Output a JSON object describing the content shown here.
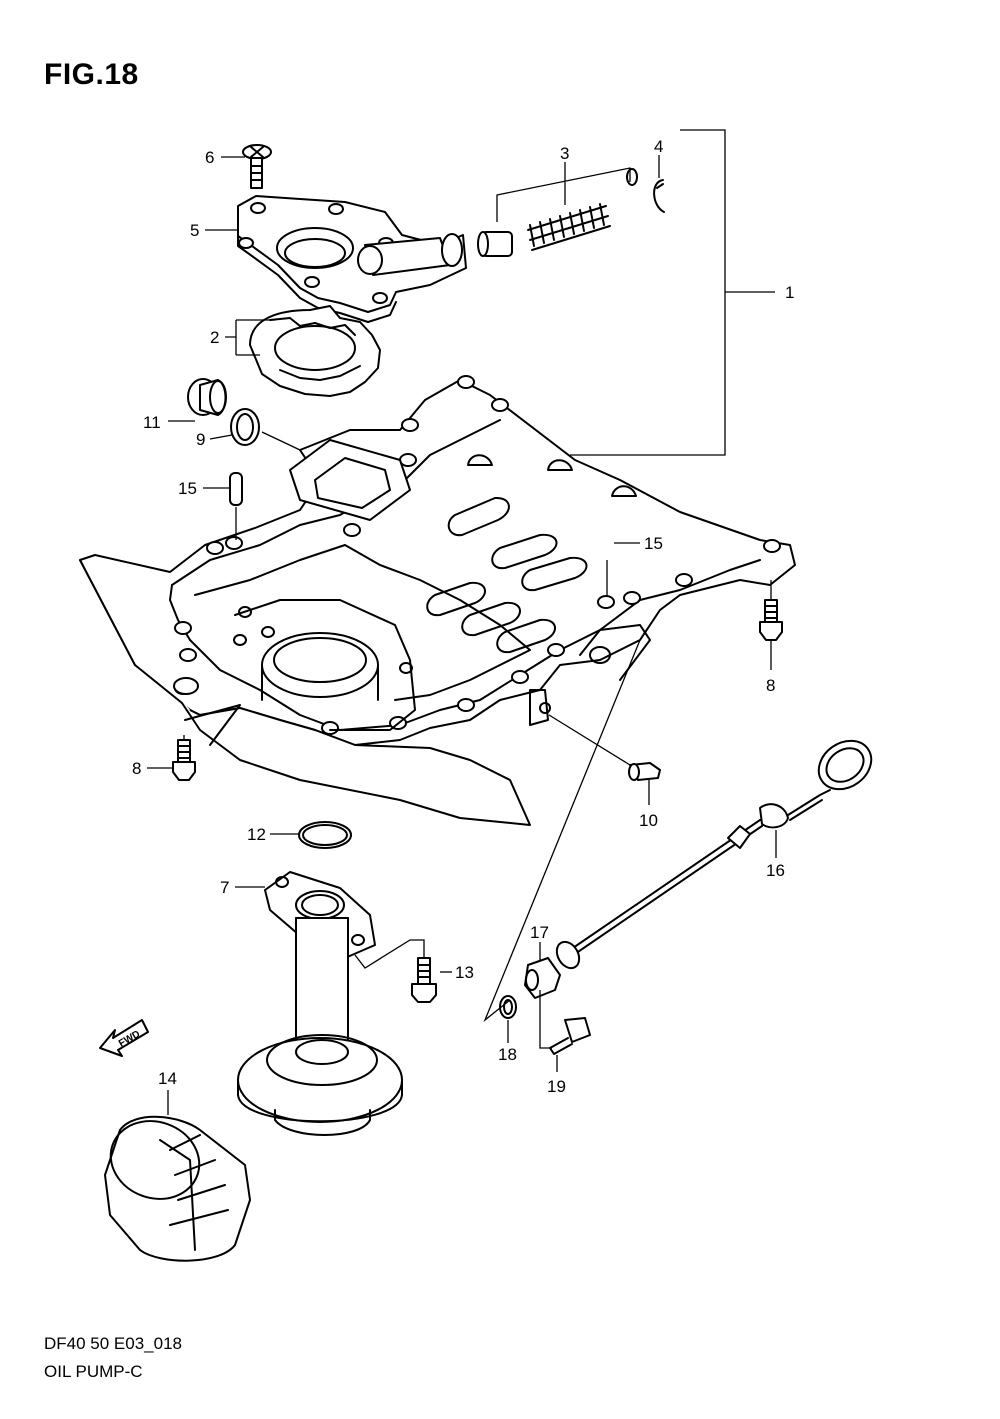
{
  "figure": {
    "title": "FIG.18",
    "code": "DF40 50 E03_018",
    "name": "OIL PUMP-C"
  },
  "direction_marker": {
    "label": "FWD",
    "icon": "fwd-arrow-icon"
  },
  "callouts": [
    {
      "id": "c1",
      "label": "1"
    },
    {
      "id": "c2",
      "label": "2"
    },
    {
      "id": "c3",
      "label": "3"
    },
    {
      "id": "c4",
      "label": "4"
    },
    {
      "id": "c5",
      "label": "5"
    },
    {
      "id": "c6",
      "label": "6"
    },
    {
      "id": "c7",
      "label": "7"
    },
    {
      "id": "c8a",
      "label": "8"
    },
    {
      "id": "c8b",
      "label": "8"
    },
    {
      "id": "c9",
      "label": "9"
    },
    {
      "id": "c10",
      "label": "10"
    },
    {
      "id": "c11",
      "label": "11"
    },
    {
      "id": "c12",
      "label": "12"
    },
    {
      "id": "c13",
      "label": "13"
    },
    {
      "id": "c14",
      "label": "14"
    },
    {
      "id": "c15a",
      "label": "15"
    },
    {
      "id": "c15b",
      "label": "15"
    },
    {
      "id": "c16",
      "label": "16"
    },
    {
      "id": "c17",
      "label": "17"
    },
    {
      "id": "c18",
      "label": "18"
    },
    {
      "id": "c19",
      "label": "19"
    }
  ]
}
